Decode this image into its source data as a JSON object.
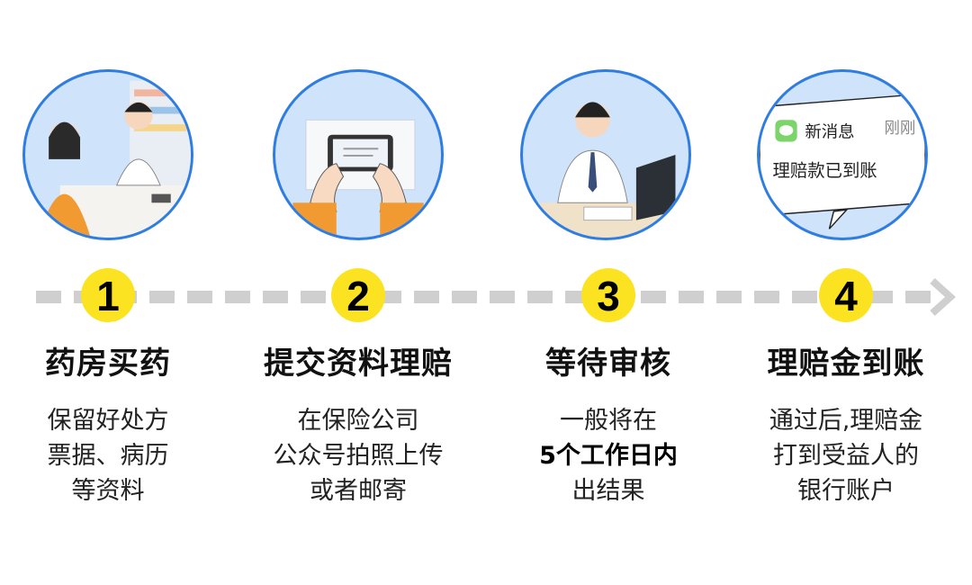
{
  "colors": {
    "circle_border": "#2f7de1",
    "circle_fill": "#cfe3fb",
    "number_badge": "#fce321",
    "dash_line": "#cfcfcf"
  },
  "steps": [
    {
      "number": "1",
      "title": "药房买药",
      "illustration": "pharmacy-counter",
      "lines": [
        "保留好处方",
        "票据、病历",
        "等资料"
      ]
    },
    {
      "number": "2",
      "title": "提交资料理赔",
      "illustration": "phone-photo-document",
      "lines": [
        "在保险公司",
        "公众号拍照上传",
        "或者邮寄"
      ]
    },
    {
      "number": "3",
      "title": "等待审核",
      "illustration": "office-reviewer",
      "lines": [
        "一般将在",
        "5个工作日内",
        "出结果"
      ]
    },
    {
      "number": "4",
      "title": "理赔金到账",
      "illustration": "message-notification",
      "lines": [
        "通过后,理赔金",
        "打到受益人的",
        "银行账户"
      ],
      "notification": {
        "app": "新消息",
        "time": "刚刚",
        "message": "理赔款已到账"
      }
    }
  ]
}
